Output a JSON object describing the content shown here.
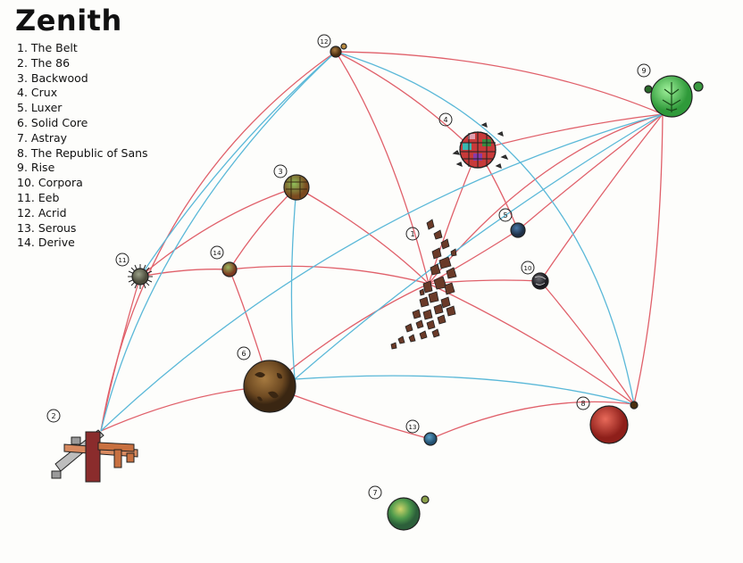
{
  "title": "Zenith",
  "legend": [
    "1. The Belt",
    "2. The 86",
    "3. Backwood",
    "4. Crux",
    "5. Luxer",
    "6. Solid Core",
    "7. Astray",
    "8. The Republic of Sans",
    "9. Rise",
    "10. Corpora",
    "11. Eeb",
    "12. Acrid",
    "13. Serous",
    "14. Derive"
  ],
  "node_labels": [
    "1",
    "2",
    "3",
    "4",
    "5",
    "6",
    "7",
    "8",
    "9",
    "10",
    "11",
    "12",
    "13",
    "14"
  ],
  "colors": {
    "red_route": "#e0606a",
    "blue_route": "#5ab8d8",
    "ink": "#222222"
  },
  "icons": {
    "1": "asteroid-belt-icon",
    "2": "space-station-icon",
    "3": "planet-icon",
    "4": "planet-icon",
    "5": "planet-icon",
    "6": "planet-icon",
    "7": "planet-icon",
    "8": "planet-icon",
    "9": "planet-icon",
    "10": "planet-icon",
    "11": "spiked-planet-icon",
    "12": "planet-icon",
    "13": "planet-icon",
    "14": "planet-icon"
  }
}
